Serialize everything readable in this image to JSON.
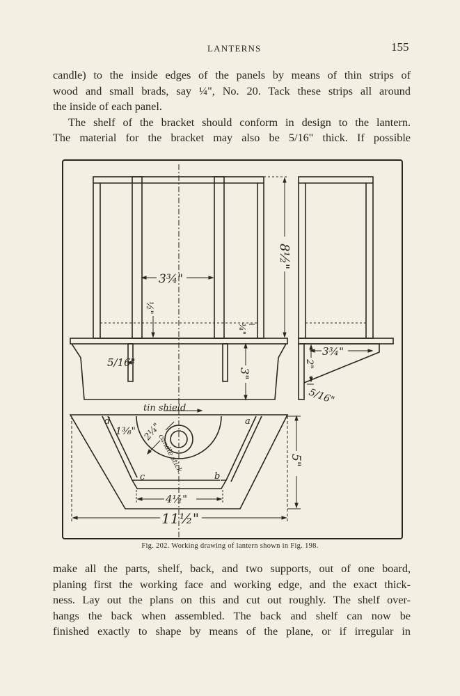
{
  "header": {
    "running_head": "LANTERNS",
    "page_number": "155"
  },
  "paragraph_top": {
    "lines": [
      "candle) to the inside edges of the panels by means of thin strips of",
      "wood and small brads, say ¼\", No. 20. Tack these strips all around",
      "the inside of each panel.",
      "The shelf of the bracket should conform in design to the lantern.",
      "The material for the bracket may also be 5/16\" thick. If possible"
    ]
  },
  "figure": {
    "caption": "Fig. 202. Working drawing of lantern shown in Fig. 198.",
    "labels": {
      "dim_width_inner": "3¾\"",
      "dim_height": "8½\"",
      "dim_half": "½\"",
      "dim_shelf_thick": "¾\"",
      "dim_5_16_front": "5/16\"",
      "dim_3": "3\"",
      "dim_side_3_4": "3¾\"",
      "dim_side_2": "2\"",
      "dim_side_5_16": "5/16\"",
      "tin_shield": "tin shield",
      "candle_stick": "candle stick",
      "dim_radius": "2¼\"",
      "dim_1_3_8": "1⅜\"",
      "dim_4_half": "4½\"",
      "dim_11_half": "11½\"",
      "dim_5": "5\"",
      "letter_a": "a",
      "letter_b": "b",
      "letter_c": "c",
      "letter_d": "d"
    }
  },
  "paragraph_bottom": {
    "lines": [
      "make all the parts, shelf, back, and two supports, out of one board,",
      "planing first the working face and working edge, and the exact thick-",
      "ness. Lay out the plans on this and cut out roughly. The shelf over-",
      "hangs the back when assembled. The back and shelf can now be",
      "finished exactly to shape by means of the plane, or if irregular in"
    ]
  }
}
